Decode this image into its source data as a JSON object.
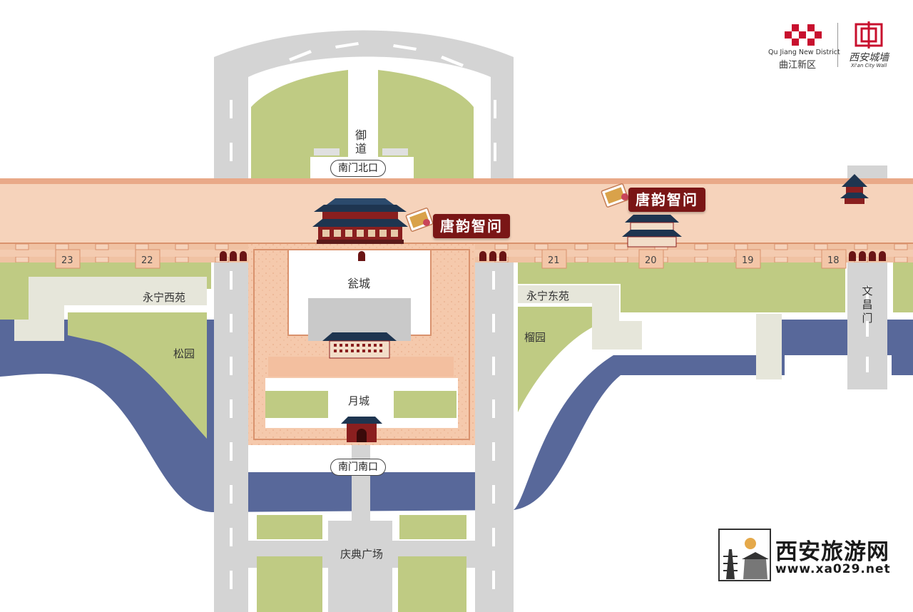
{
  "labels": {
    "yudao": "御道",
    "nanmen_north": "南门北口",
    "nanmen_south": "南门南口",
    "wengcheng": "瓮城",
    "yuecheng": "月城",
    "yongning_west": "永宁西苑",
    "yongning_east": "永宁东苑",
    "songyuan": "松园",
    "liuyuan": "榴园",
    "wenchangmen": "文昌门",
    "qingdian": "庆典广场"
  },
  "tags": [
    "唐韵智问",
    "唐韵智问"
  ],
  "wall_numbers": [
    "23",
    "22",
    "21",
    "20",
    "19",
    "18"
  ],
  "logos": {
    "qujiang_en": "Qu Jiang New District",
    "qujiang_cn": "曲江新区",
    "xian_wall_cn": "西安城墙",
    "xian_wall_en": "Xi'an City Wall"
  },
  "watermark": {
    "name": "西安旅游网",
    "url": "www.xa029.net"
  },
  "colors": {
    "wall": "#f6d3bb",
    "wall_border": "#e7a27f",
    "road": "#d4d4d4",
    "grass": "#bfcb83",
    "moat": "#58689a",
    "tag_bg": "#7a1616",
    "logo_red": "#c8102e"
  }
}
